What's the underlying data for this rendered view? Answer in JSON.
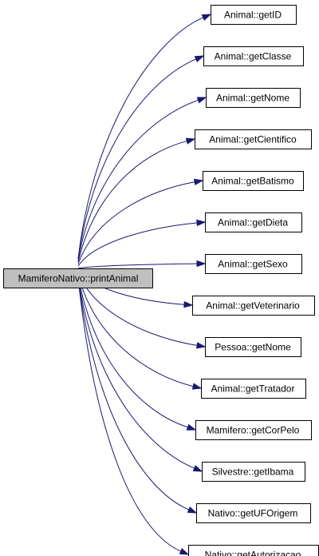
{
  "graph": {
    "root": {
      "label": "MamiferoNativo::printAnimal"
    },
    "callees": [
      {
        "label": "Animal::getID"
      },
      {
        "label": "Animal::getClasse"
      },
      {
        "label": "Animal::getNome"
      },
      {
        "label": "Animal::getCientifico"
      },
      {
        "label": "Animal::getBatismo"
      },
      {
        "label": "Animal::getDieta"
      },
      {
        "label": "Animal::getSexo"
      },
      {
        "label": "Animal::getVeterinario"
      },
      {
        "label": "Pessoa::getNome"
      },
      {
        "label": "Animal::getTratador"
      },
      {
        "label": "Mamifero::getCorPelo"
      },
      {
        "label": "Silvestre::getIbama"
      },
      {
        "label": "Nativo::getUFOrigem"
      },
      {
        "label": "Nativo::getAutorizacao"
      }
    ],
    "colors": {
      "edge": "#191970",
      "root_fill": "#bfbfbf",
      "node_fill": "#ffffff",
      "border": "#000000"
    }
  }
}
